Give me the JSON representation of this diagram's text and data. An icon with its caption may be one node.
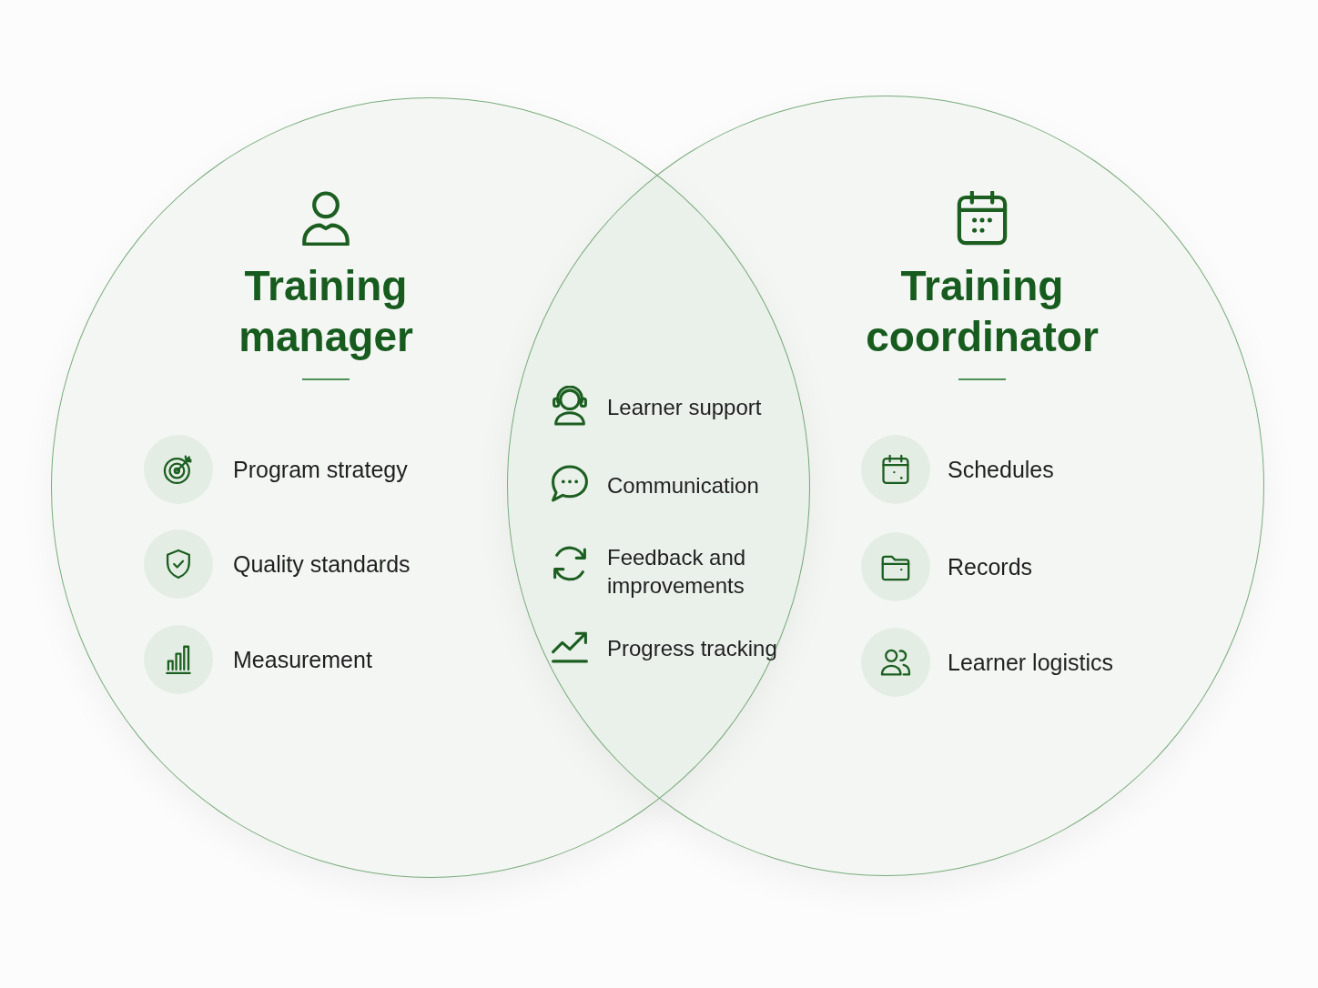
{
  "diagram": {
    "nodes": [
      {
        "text": [
          "Training manager",
          "Program strategy",
          "Quality standards",
          "Measurement"
        ]
      },
      {
        "text": [
          "Training coordinator",
          "Schedules",
          "Records",
          "Learner logistics"
        ]
      }
    ],
    "labels": [
      "Learner support",
      "Communication",
      "Feedback and improvements",
      "Progress tracking"
    ]
  }
}
